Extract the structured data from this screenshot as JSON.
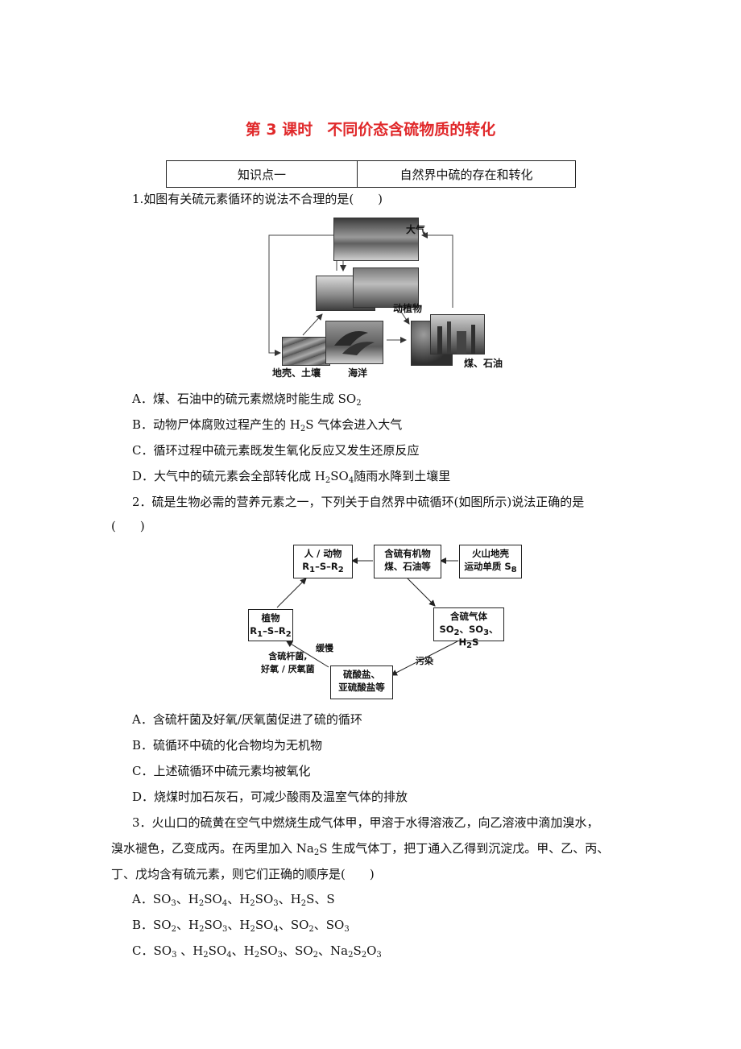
{
  "title_part1": "第 3 课时",
  "title_part2": "不同价态含硫物质的转化",
  "kp": {
    "label": "知识点一",
    "topic": "自然界中硫的存在和转化"
  },
  "q1": {
    "stem": "1.如图有关硫元素循环的说法不合理的是(　　)",
    "fig": {
      "atmosphere": "大气",
      "organisms": "动植物",
      "crust": "地壳、土壤",
      "ocean": "海洋",
      "coal": "煤、石油"
    },
    "A": {
      "pre": "A．煤、石油中的硫元素燃烧时能生成 SO",
      "sub": "2"
    },
    "B": {
      "pre": "B．动物尸体腐败过程产生的 H",
      "sub": "2",
      "post": "S 气体会进入大气"
    },
    "C": "C．循环过程中硫元素既发生氧化反应又发生还原反应",
    "D": {
      "pre": "D．大气中的硫元素会全部转化成 H",
      "sub1": "2",
      "mid": "SO",
      "sub2": "4",
      "post": "随雨水降到土壤里"
    }
  },
  "q2": {
    "stem1": "2．硫是生物必需的营养元素之一，下列关于自然界中硫循环(如图所示)说法正确的是",
    "stem2": "(　　)",
    "fig": {
      "human_title": "人 / 动物",
      "r1": "R",
      "r1s": "1",
      "s": "–S–",
      "r2": "R",
      "r2s": "2",
      "org_line1": "含硫有机物",
      "org_line2": "煤、石油等",
      "vol_line1": "火山地壳",
      "vol_line2": "运动单质 S",
      "vol_sub": "8",
      "gas_title": "含硫气体",
      "gas_a": "SO",
      "gas_a_sub": "2",
      "gas_b": "、SO",
      "gas_b_sub": "3",
      "gas_c": "、H",
      "gas_c_sub": "2",
      "gas_d": "S",
      "plant_title": "植物",
      "salt_line1": "硫酸盐、",
      "salt_line2": "亚硫酸盐等",
      "bact_line1": "含硫杆菌,",
      "bact_line2": "好氧 / 厌氧菌",
      "slow": "缓慢",
      "pollute": "污染"
    },
    "A": "A．含硫杆菌及好氧/厌氧菌促进了硫的循环",
    "B": "B．硫循环中硫的化合物均为无机物",
    "C": "C．上述硫循环中硫元素均被氧化",
    "D": "D．烧煤时加石灰石，可减少酸雨及温室气体的排放"
  },
  "q3": {
    "line1": "3．火山口的硫黄在空气中燃烧生成气体甲，甲溶于水得溶液乙，向乙溶液中滴加溴水，",
    "line2": "溴水褪色，乙变成丙。在丙里加入 Na",
    "line2_sub": "2",
    "line2_post": "S 生成气体丁，把丁通入乙得到沉淀戊。甲、乙、丙、",
    "line3": "丁、戊均含有硫元素，则它们正确的顺序是(　　)"
  }
}
